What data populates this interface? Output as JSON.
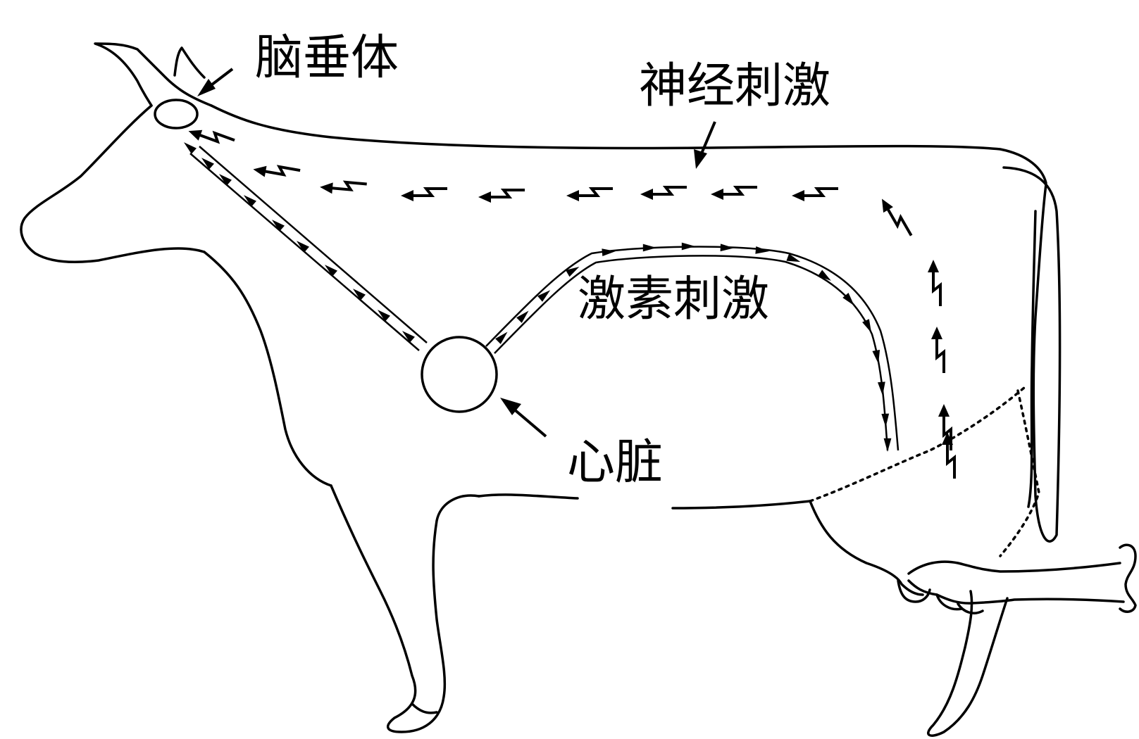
{
  "labels": {
    "pituitary": "脑垂体",
    "nerve_stimulation": "神经刺激",
    "hormone_stimulation": "激素刺激",
    "heart": "心脏"
  }
}
